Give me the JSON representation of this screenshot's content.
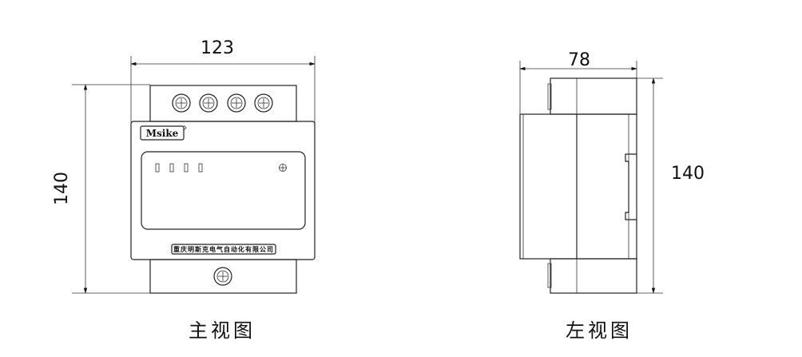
{
  "front_view": {
    "label": "主视图",
    "width_dim": "123",
    "height_dim": "140",
    "logo": "Msike",
    "manufacturer": "重庆明斯克电气自动化有限公司"
  },
  "left_view": {
    "label": "左视图",
    "depth_dim": "78",
    "height_dim": "140"
  }
}
